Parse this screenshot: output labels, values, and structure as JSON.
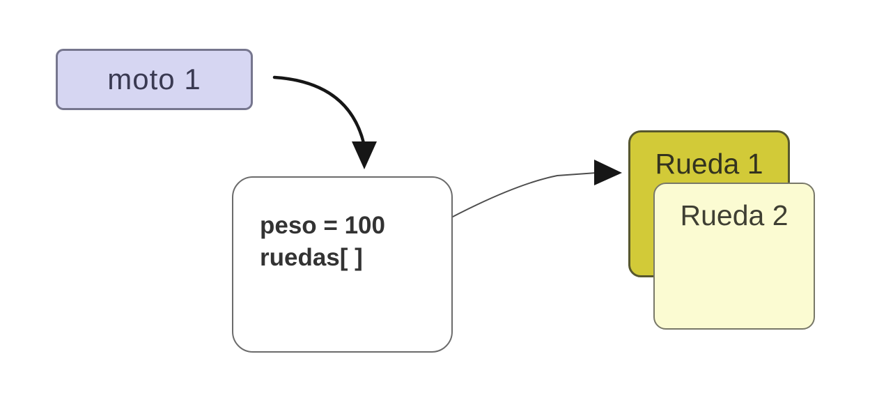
{
  "diagram": {
    "title": "object reference diagram (moto with ruedas array)",
    "background_color": "#ffffff",
    "nodes": {
      "moto_box": {
        "label": "moto 1",
        "fill": "#d6d6f2",
        "border_color": "#76768e",
        "text_color": "#3a3a52"
      },
      "object_box": {
        "lines": [
          "peso = 100",
          "ruedas[ ]"
        ],
        "fill": "#ffffff",
        "border_color": "#6b6b6b",
        "text_color": "#333333"
      },
      "rueda1_box": {
        "label": "Rueda 1",
        "fill": "#d2ca38",
        "border_color": "#57572e",
        "text_color": "#33331f"
      },
      "rueda2_box": {
        "label": "Rueda 2",
        "fill": "#fbfbd2",
        "border_color": "#787868",
        "text_color": "#3f3f33"
      }
    },
    "arrows": [
      {
        "name": "moto-to-object-arrow",
        "from": "moto 1",
        "to": "object box",
        "color": "#161616",
        "thickness": "thick"
      },
      {
        "name": "ruedas-to-rueda1-arrow",
        "from": "ruedas[ ]",
        "to": "Rueda 1",
        "color": "#4d4d4d",
        "head_color": "#161616",
        "thickness": "thin"
      }
    ]
  }
}
